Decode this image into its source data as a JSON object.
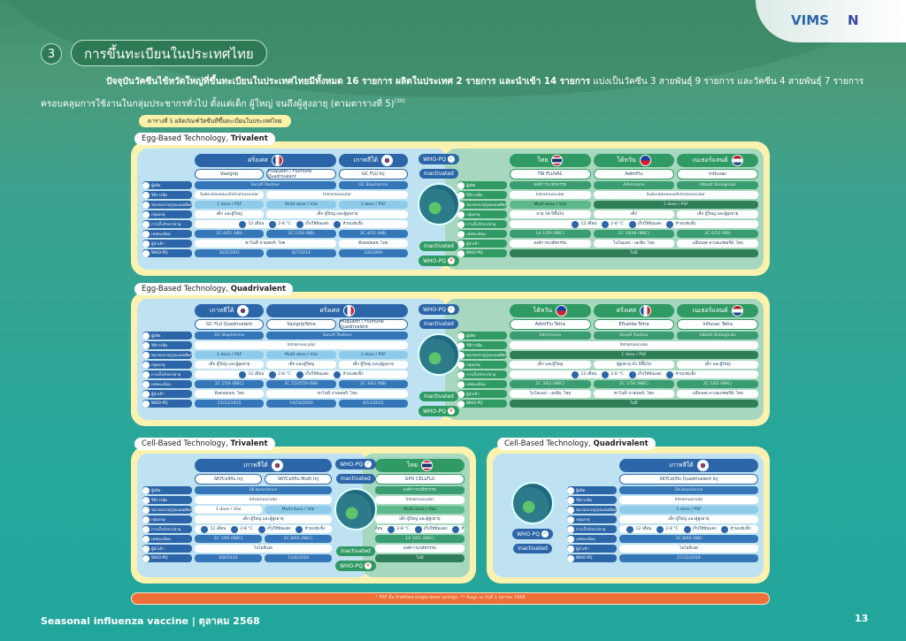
{
  "header": {
    "logo_left": "VIMS",
    "logo_right": "N"
  },
  "section": {
    "number": "3",
    "title": "การขึ้นทะเบียนในประเทศไทย"
  },
  "intro": {
    "bold": "ปัจจุบันวัคซีนไข้หวัดใหญ่ที่ขึ้นทะเบียนในประเทศไทยมีทั้งหมด 16 รายการ ผลิตในประเทศ 2 รายการ และนำเข้า 14 รายการ",
    "text": " แบ่งเป็นวัคซีน 3 สายพันธุ์ 9 รายการ และวัคซีน 4 สายพันธุ์ 7 รายการ ครอบคลุมการใช้งานในกลุ่มประชากรทั่วไป ตั้งแต่เด็ก ผู้ใหญ่ จนถึงผู้สูงอายุ (ตามตารางที่ 5)",
    "ref": "(30)"
  },
  "caption": "ตารางที่ 5 ผลิตภัณฑ์วัคซีนที่ขึ้นทะเบียนในประเทศไทย",
  "row_labels": [
    "ผู้ผลิต",
    "วิธีการฉีด",
    "ขนาดบรรจุ/รูปแบบผลิตภัณฑ์",
    "กลุ่มอายุ",
    "การเก็บรักษา/อายุ",
    "เลขทะเบียน",
    "ผู้นำเข้า",
    "WHO-PQ"
  ],
  "storage_items": [
    "12 เดือน",
    "2-8 °C",
    "เก็บให้พ้นแสง",
    "ห้ามแช่แข็ง"
  ],
  "who": {
    "pq": "WHO-PQ",
    "inactivated": "Inactivated"
  },
  "panels": [
    {
      "title_plain": "Egg-Based Technology, ",
      "title_bold": "Trivalent",
      "groups": [
        {
          "theme": "blue",
          "countries": [
            {
              "name": "ฝรั่งเศส",
              "flag": "fr",
              "span": 2
            },
            {
              "name": "เกาหลีใต้",
              "flag": "kr",
              "span": 1
            }
          ],
          "products": [
            "Vaxigrip",
            "Fluquadri / Flumune Quadrivalent",
            "GC FLU Inj"
          ],
          "rows": [
            [
              {
                "t": "Sanofi Pasteur",
                "s": 2,
                "c": "dark"
              },
              {
                "t": "GC Biopharma",
                "s": 1,
                "c": "dark"
              }
            ],
            [
              {
                "t": "Subcutaneous/Intramuscular",
                "s": 1,
                "c": "light"
              },
              {
                "t": "Intramuscular",
                "s": 2,
                "c": "light"
              }
            ],
            [
              {
                "t": "1 dose / PSF",
                "s": 1,
                "c": "mid"
              },
              {
                "t": "Multi-dose / Vial",
                "s": 1,
                "c": "mid"
              },
              {
                "t": "1 dose / PSF",
                "s": 1,
                "c": "mid"
              }
            ],
            [
              {
                "t": "เด็ก และผู้ใหญ่",
                "s": 1,
                "c": "light"
              },
              {
                "t": "เด็ก ผู้ใหญ่ และผู้สูงอายุ",
                "s": 2,
                "c": "light"
              }
            ],
            [
              {
                "storage": true,
                "s": 3
              }
            ],
            [
              {
                "t": "2C 4/51 (NB)",
                "s": 1,
                "c": "dark"
              },
              {
                "t": "2C 1/50 (NB)",
                "s": 1,
                "c": "dark"
              },
              {
                "t": "2C 4/51 (NB)",
                "s": 1,
                "c": "dark"
              }
            ],
            [
              {
                "t": "ซาโนฟี่ ปาสเตอร์, ไทย",
                "s": 2,
                "c": "light"
              },
              {
                "t": "ดีเคเอสเอช, ไทย",
                "s": 1,
                "c": "light"
              }
            ],
            [
              {
                "t": "30/5/2001",
                "s": 1,
                "c": "dark"
              },
              {
                "t": "8/7/2014",
                "s": 1,
                "c": "dark"
              },
              {
                "t": "2/6/2009",
                "s": 1,
                "c": "dark"
              }
            ]
          ]
        },
        {
          "theme": "green",
          "countries": [
            {
              "name": "ไทย",
              "flag": "th",
              "span": 1
            },
            {
              "name": "ไต้หวัน",
              "flag": "tw",
              "span": 1
            },
            {
              "name": "เนเธอร์แลนด์",
              "flag": "nl",
              "span": 1
            }
          ],
          "products": [
            "TRI FLUVAC",
            "AdimFlu",
            "Influvac"
          ],
          "rows": [
            [
              {
                "t": "องค์การเภสัชกรรม",
                "s": 1,
                "c": "dark"
              },
              {
                "t": "Adimmune",
                "s": 1,
                "c": "dark"
              },
              {
                "t": "Abbott Biologicals",
                "s": 1,
                "c": "dark"
              }
            ],
            [
              {
                "t": "Intramuscular",
                "s": 1,
                "c": "light"
              },
              {
                "t": "Subcutaneous/Intramuscular",
                "s": 2,
                "c": "light"
              }
            ],
            [
              {
                "t": "Multi-dose / Vial",
                "s": 1,
                "c": "mid"
              },
              {
                "t": "1 dose / PSF",
                "s": 2,
                "c": "xdark"
              }
            ],
            [
              {
                "t": "อายุ 18 ปีขึ้นไป",
                "s": 1,
                "c": "light"
              },
              {
                "t": "เด็ก",
                "s": 1,
                "c": "light"
              },
              {
                "t": "เด็ก ผู้ใหญ่ และผู้สูงอายุ",
                "s": 1,
                "c": "light"
              }
            ],
            [
              {
                "storage": true,
                "s": 3
              }
            ],
            [
              {
                "t": "1A 1/59 (NBC)",
                "s": 1,
                "c": "dark"
              },
              {
                "t": "2C 18/48 (NBC)",
                "s": 1,
                "c": "dark"
              },
              {
                "t": "2C 6/53 (NB)",
                "s": 1,
                "c": "dark"
              }
            ],
            [
              {
                "t": "องค์การเภสัชกรรม",
                "s": 1,
                "c": "light"
              },
              {
                "t": "ไบโอแลป - เอเชีย, ไทย",
                "s": 1,
                "c": "light"
              },
              {
                "t": "แอ๊บบอต ลาบอแรตอรีส์, ไทย",
                "s": 1,
                "c": "light"
              }
            ],
            [
              {
                "t": "ไม่มี",
                "s": 3,
                "c": "xdark"
              }
            ]
          ]
        }
      ]
    },
    {
      "title_plain": "Egg-Based Technology, ",
      "title_bold": "Quadrivalent",
      "groups": [
        {
          "theme": "blue",
          "countries": [
            {
              "name": "เกาหลีใต้",
              "flag": "kr",
              "span": 1
            },
            {
              "name": "ฝรั่งเศส",
              "flag": "fr",
              "span": 2
            }
          ],
          "products": [
            "GC FLU Quadrivalent",
            "VaxigripTetra",
            "Fluquadri / Flumune Quadrivalent"
          ],
          "rows": [
            [
              {
                "t": "GC Biopharma",
                "s": 1,
                "c": "dark"
              },
              {
                "t": "Sanofi Pasteur",
                "s": 2,
                "c": "dark"
              }
            ],
            [
              {
                "t": "Intramuscular",
                "s": 3,
                "c": "light"
              }
            ],
            [
              {
                "t": "1 dose / PSF",
                "s": 1,
                "c": "mid"
              },
              {
                "t": "Multi-dose / Vial",
                "s": 1,
                "c": "mid"
              },
              {
                "t": "1 dose / PSF",
                "s": 1,
                "c": "mid"
              }
            ],
            [
              {
                "t": "เด็ก ผู้ใหญ่ และผู้สูงอายุ",
                "s": 1,
                "c": "light"
              },
              {
                "t": "เด็ก และผู้ใหญ่",
                "s": 1,
                "c": "light"
              },
              {
                "t": "เด็ก ผู้ใหญ่ และผู้สูงอายุ",
                "s": 1,
                "c": "light"
              }
            ],
            [
              {
                "storage": true,
                "s": 3
              }
            ],
            [
              {
                "t": "2C 1/56 (NBC)",
                "s": 1,
                "c": "dark"
              },
              {
                "t": "2C 15/2559 (NB)",
                "s": 1,
                "c": "dark"
              },
              {
                "t": "2C 3/63 (NB)",
                "s": 1,
                "c": "dark"
              }
            ],
            [
              {
                "t": "ดีเคเอสเอช, ไทย",
                "s": 1,
                "c": "light"
              },
              {
                "t": "ซาโนฟี่ ปาสเตอร์, ไทย",
                "s": 2,
                "c": "light"
              }
            ],
            [
              {
                "t": "21/12/2015",
                "s": 1,
                "c": "dark"
              },
              {
                "t": "19/10/2020",
                "s": 1,
                "c": "dark"
              },
              {
                "t": "4/11/2015",
                "s": 1,
                "c": "dark"
              }
            ]
          ]
        },
        {
          "theme": "green",
          "countries": [
            {
              "name": "ไต้หวัน",
              "flag": "tw",
              "span": 1
            },
            {
              "name": "ฝรั่งเศส",
              "flag": "fr",
              "span": 1
            },
            {
              "name": "เนเธอร์แลนด์",
              "flag": "nl",
              "span": 1
            }
          ],
          "products": [
            "AdimFlu Tetra",
            "Efluelda Tetra",
            "Influvac Tetra"
          ],
          "rows": [
            [
              {
                "t": "Adimmune",
                "s": 1,
                "c": "dark"
              },
              {
                "t": "Sanofi Pasteur",
                "s": 1,
                "c": "dark"
              },
              {
                "t": "Abbott Biologicals",
                "s": 1,
                "c": "dark"
              }
            ],
            [
              {
                "t": "Intramuscular",
                "s": 3,
                "c": "light"
              }
            ],
            [
              {
                "t": "1 dose / PSF",
                "s": 3,
                "c": "xdark"
              }
            ],
            [
              {
                "t": "เด็ก และผู้ใหญ่",
                "s": 1,
                "c": "light"
              },
              {
                "t": "ผู้สูงอายุ 65 ปีขึ้นไป",
                "s": 1,
                "c": "light"
              },
              {
                "t": "เด็ก และผู้ใหญ่",
                "s": 1,
                "c": "light"
              }
            ],
            [
              {
                "storage": true,
                "s": 3
              }
            ],
            [
              {
                "t": "2C 3/62 (NBC)",
                "s": 1,
                "c": "dark"
              },
              {
                "t": "1C 1/58 (NBC)",
                "s": 1,
                "c": "dark"
              },
              {
                "t": "2C 5/62 (NBC)",
                "s": 1,
                "c": "dark"
              }
            ],
            [
              {
                "t": "ไบโอแลป - เอเชีย, ไทย",
                "s": 1,
                "c": "light"
              },
              {
                "t": "ซาโนฟี่ ปาสเตอร์, ไทย",
                "s": 1,
                "c": "light"
              },
              {
                "t": "แอ๊บบอต ลาบอแรตอรีส์, ไทย",
                "s": 1,
                "c": "light"
              }
            ],
            [
              {
                "t": "ไม่มี",
                "s": 3,
                "c": "xdark"
              }
            ]
          ]
        }
      ]
    },
    {
      "title_plain": "Cell-Based Technology, ",
      "title_bold": "Trivalent",
      "groups": [
        {
          "theme": "blue",
          "countries": [
            {
              "name": "เกาหลีใต้",
              "flag": "kr",
              "span": 2
            }
          ],
          "products": [
            "SKYCellflu Inj",
            "SKYCellflu Multi Inj"
          ],
          "rows": [
            [
              {
                "t": "SK bioscience",
                "s": 2,
                "c": "dark"
              }
            ],
            [
              {
                "t": "Intramuscular",
                "s": 2,
                "c": "light"
              }
            ],
            [
              {
                "t": "1 dose / Vial",
                "s": 1,
                "c": "light"
              },
              {
                "t": "Multi-dose / Vial",
                "s": 1,
                "c": "mid"
              }
            ],
            [
              {
                "t": "เด็ก ผู้ใหญ่ และผู้สูงอายุ",
                "s": 2,
                "c": "light"
              }
            ],
            [
              {
                "storage": true,
                "s": 2
              }
            ],
            [
              {
                "t": "2C 7/65 (NBC)",
                "s": 1,
                "c": "dark"
              },
              {
                "t": "2C 8/65 (NBC)",
                "s": 1,
                "c": "dark"
              }
            ],
            [
              {
                "t": "ไบโอจีเนท",
                "s": 2,
                "c": "light"
              }
            ],
            [
              {
                "t": "8/8/2019",
                "s": 1,
                "c": "dark"
              },
              {
                "t": "15/4/2019",
                "s": 1,
                "c": "dark"
              }
            ]
          ]
        },
        {
          "theme": "green",
          "nolabels": true,
          "countries": [
            {
              "name": "ไทย",
              "flag": "th",
              "span": 1
            }
          ],
          "products": [
            "GPO CELLFLU"
          ],
          "rows": [
            [
              {
                "t": "องค์การเภสัชกรรม",
                "s": 1,
                "c": "dark"
              }
            ],
            [
              {
                "t": "Intramuscular",
                "s": 1,
                "c": "light"
              }
            ],
            [
              {
                "t": "Multi-dose / Vial",
                "s": 1,
                "c": "mid"
              }
            ],
            [
              {
                "t": "เด็ก ผู้ใหญ่ และผู้สูงอายุ",
                "s": 1,
                "c": "light"
              }
            ],
            [
              {
                "storage": true,
                "s": 1
              }
            ],
            [
              {
                "t": "1A 1/61 (NBC)",
                "s": 1,
                "c": "dark"
              }
            ],
            [
              {
                "t": "องค์การเภสัชกรรม",
                "s": 1,
                "c": "light"
              }
            ],
            [
              {
                "t": "ไม่มี",
                "s": 1,
                "c": "xdark"
              }
            ]
          ]
        }
      ]
    },
    {
      "title_plain": "Cell-Based Technology, ",
      "title_bold": "Quadrivalent",
      "groups": [
        {
          "theme": "blue",
          "countries": [
            {
              "name": "เกาหลีใต้",
              "flag": "kr",
              "span": 1
            }
          ],
          "products": [
            "SKYCellflu Quadrivalent Inj"
          ],
          "rows": [
            [
              {
                "t": "SK bioscience",
                "s": 1,
                "c": "dark"
              }
            ],
            [
              {
                "t": "Intramuscular",
                "s": 1,
                "c": "light"
              }
            ],
            [
              {
                "t": "1 dose / PSF",
                "s": 1,
                "c": "mid"
              }
            ],
            [
              {
                "t": "เด็ก ผู้ใหญ่ และผู้สูงอายุ",
                "s": 1,
                "c": "light"
              }
            ],
            [
              {
                "storage": true,
                "s": 1
              }
            ],
            [
              {
                "t": "2C 8/60 (NB)",
                "s": 1,
                "c": "dark"
              }
            ],
            [
              {
                "t": "ไบโอจีเนท",
                "s": 1,
                "c": "light"
              }
            ],
            [
              {
                "t": "27/12/2019",
                "s": 1,
                "c": "dark"
              }
            ]
          ]
        }
      ]
    }
  ],
  "footnote": "* PSF คือ Prefilled single-dose syringe, ** ข้อมูล ณ วันที่ 1 ตุลาคม 2568",
  "footer": {
    "title": "Seasonal influenza vaccine | ตุลาคม 2568",
    "page": "13"
  },
  "colors": {
    "blue": "#2c66a8",
    "green": "#2f9a63",
    "yellow": "#fcf2b0",
    "orange": "#ee6f38",
    "teal": "#22a69c"
  }
}
